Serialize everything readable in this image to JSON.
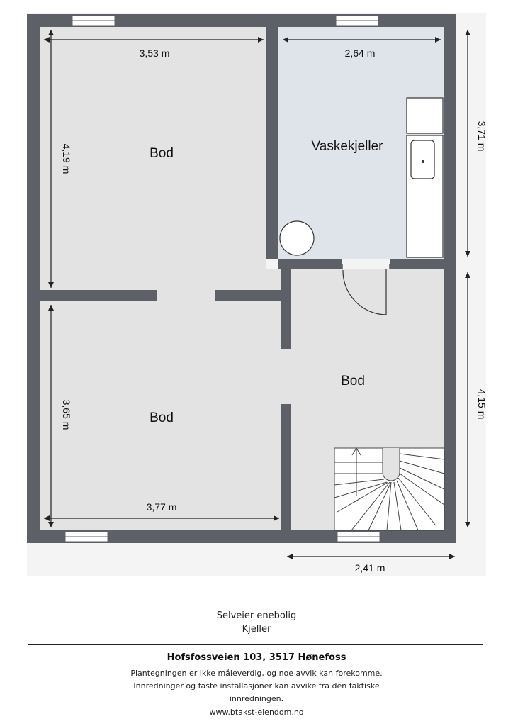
{
  "plan": {
    "rooms": [
      {
        "id": "bod-top-left",
        "label": "Bod"
      },
      {
        "id": "vaskekjeller",
        "label": "Vaskekjeller"
      },
      {
        "id": "bod-bottom-left",
        "label": "Bod"
      },
      {
        "id": "bod-right",
        "label": "Bod"
      }
    ],
    "dimensions": {
      "top_left_width": "3,53 m",
      "top_right_width": "2,64 m",
      "top_left_height": "4,19 m",
      "right_upper_height": "3,71 m",
      "bottom_left_height": "3,65 m",
      "bottom_left_width": "3,77 m",
      "right_lower_height": "4,15 m",
      "bottom_right_width": "2,41 m"
    },
    "colors": {
      "wall": "#5d6066",
      "floor": "#e3e3e3",
      "laundry_floor": "#dfe3ea",
      "page_background": "#f4f4f4"
    }
  },
  "caption": {
    "line1": "Selveier enebolig",
    "line2": "Kjeller",
    "address": "Hofsfossveien 103, 3517 Hønefoss",
    "disclaimer_1": "Plantegningen er ikke måleverdig, og noe avvik kan forekomme.",
    "disclaimer_2": "Innredninger og faste installasjoner kan avvike fra den faktiske",
    "disclaimer_3": "innredningen.",
    "website": "www.btakst-eiendom.no"
  }
}
